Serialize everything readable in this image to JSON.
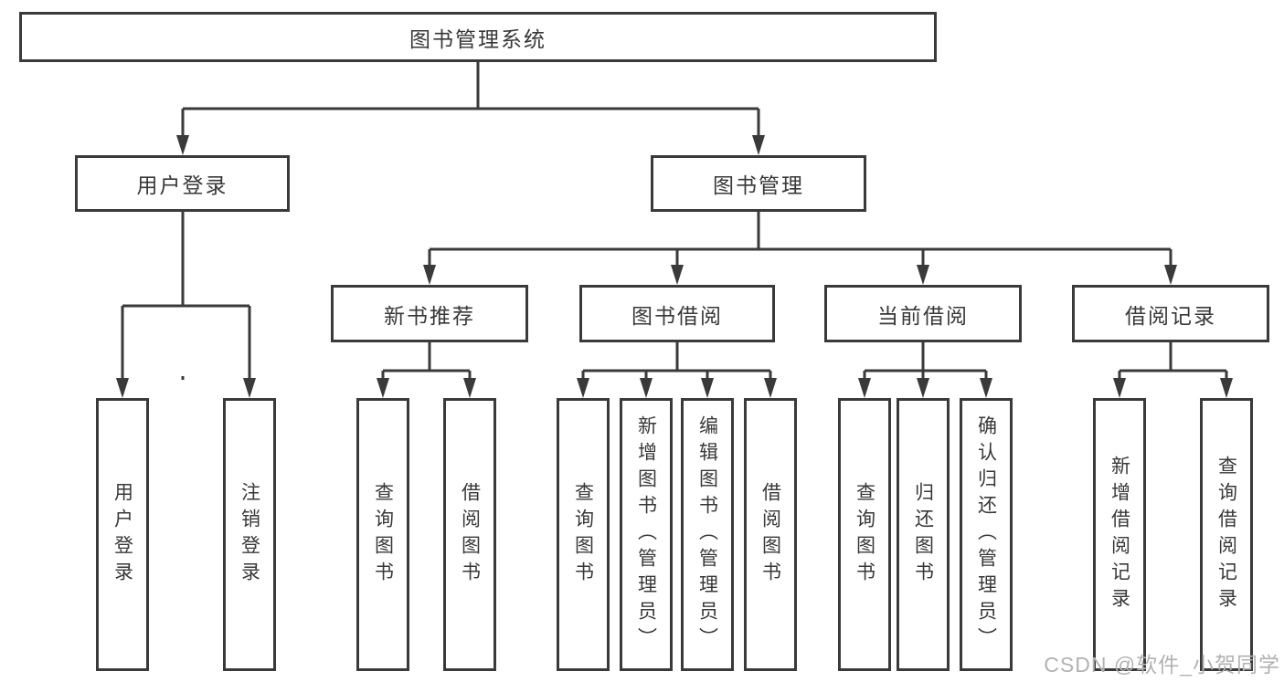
{
  "diagram": {
    "root": {
      "label": "图书管理系统"
    },
    "user_login": {
      "label": "用户登录",
      "children": [
        {
          "label": "用户登录"
        },
        {
          "label": "注销登录"
        }
      ]
    },
    "book_mgmt": {
      "label": "图书管理",
      "sections": [
        {
          "label": "新书推荐",
          "children": [
            {
              "label": "查询图书"
            },
            {
              "label": "借阅图书"
            }
          ]
        },
        {
          "label": "图书借阅",
          "children": [
            {
              "label": "查询图书"
            },
            {
              "label": "新增图书（管理员）"
            },
            {
              "label": "编辑图书（管理员）"
            },
            {
              "label": "借阅图书"
            }
          ]
        },
        {
          "label": "当前借阅",
          "children": [
            {
              "label": "查询图书"
            },
            {
              "label": "归还图书"
            },
            {
              "label": "确认归还（管理员）"
            }
          ]
        },
        {
          "label": "借阅记录",
          "children": [
            {
              "label": "新增借阅记录"
            },
            {
              "label": "查询借阅记录"
            }
          ]
        }
      ]
    },
    "watermark": "CSDN @软件_小贺同学"
  },
  "colors": {
    "line": "#3a3a3a",
    "text": "#383838",
    "watermark": "#b2b2b2"
  }
}
